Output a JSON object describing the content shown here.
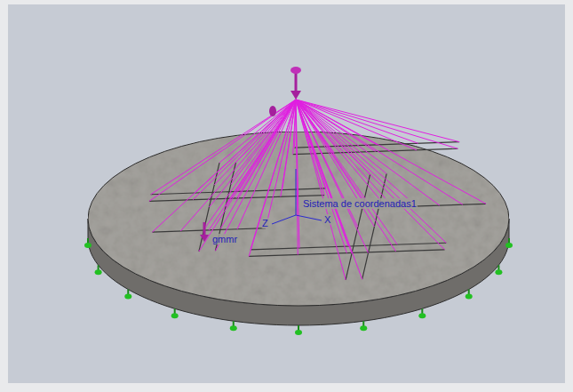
{
  "diagram": {
    "labels": [
      "Sistema de coordenadas1",
      "X",
      "Z",
      "gmmr"
    ]
  }
}
